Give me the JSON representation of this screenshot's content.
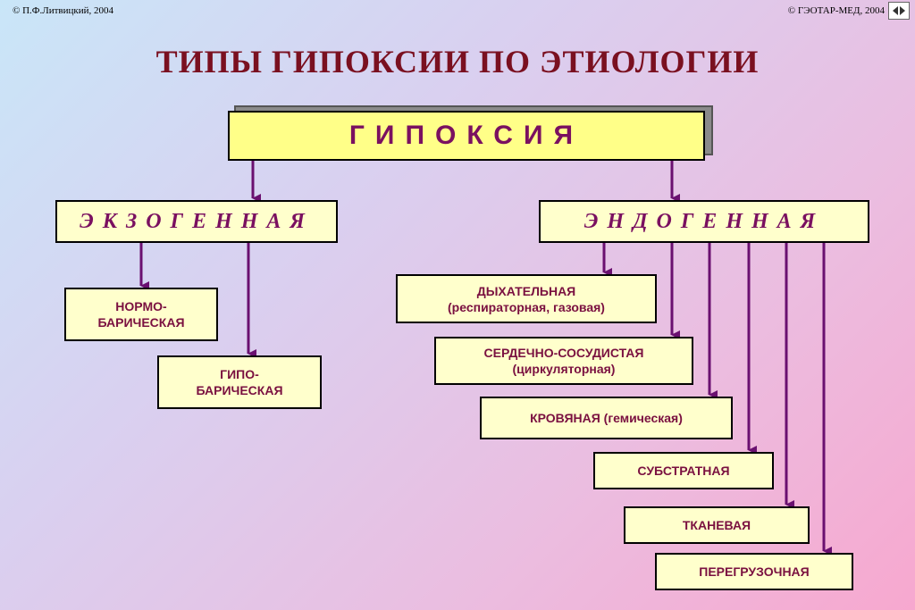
{
  "copyright_left": "© П.Ф.Литвицкий, 2004",
  "copyright_right": "© ГЭОТАР-МЕД, 2004",
  "title": "ТИПЫ ГИПОКСИИ ПО ЭТИОЛОГИИ",
  "root": "ГИПОКСИЯ",
  "exogenous": {
    "label": "ЭКЗОГЕННАЯ",
    "items": [
      "НОРМО-\nБАРИЧЕСКАЯ",
      "ГИПО-\nБАРИЧЕСКАЯ"
    ]
  },
  "endogenous": {
    "label": "ЭНДОГЕННАЯ",
    "items": [
      "ДЫХАТЕЛЬНАЯ\n(респираторная, газовая)",
      "СЕРДЕЧНО-СОСУДИСТАЯ\n(циркуляторная)",
      "КРОВЯНАЯ (гемическая)",
      "СУБСТРАТНАЯ",
      "ТКАНЕВАЯ",
      "ПЕРЕГРУЗОЧНАЯ"
    ]
  },
  "colors": {
    "box_fill": "#ffffcc",
    "root_fill": "#ffff88",
    "text": "#7a1040",
    "title": "#7a1020",
    "arrow": "#6a1070"
  }
}
